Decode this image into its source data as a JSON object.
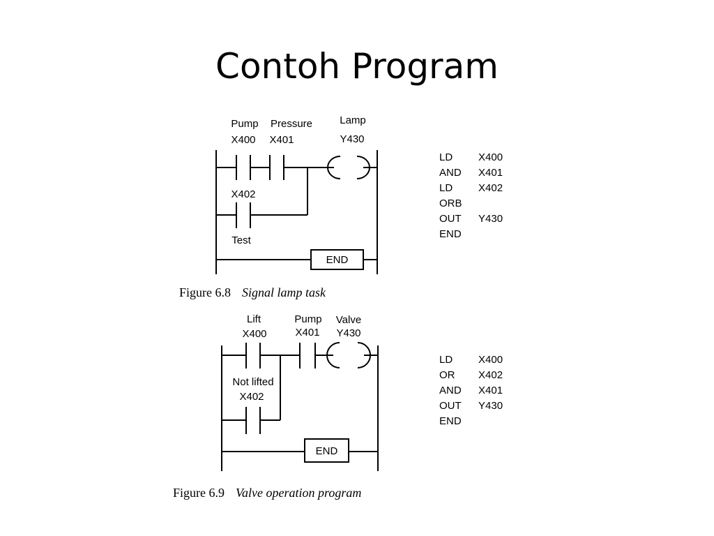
{
  "slide": {
    "title": "Contoh Program"
  },
  "figure1": {
    "caption_number": "Figure 6.8",
    "caption_title": "Signal lamp task",
    "contacts": [
      {
        "name": "Pump",
        "address": "X400"
      },
      {
        "name": "Pressure",
        "address": "X401"
      },
      {
        "name": "Test",
        "address": "X402"
      }
    ],
    "output": {
      "name": "Lamp",
      "address": "Y430"
    },
    "end_label": "END",
    "program": [
      {
        "op": "LD",
        "arg": "X400"
      },
      {
        "op": "AND",
        "arg": "X401"
      },
      {
        "op": "LD",
        "arg": "X402"
      },
      {
        "op": "ORB",
        "arg": ""
      },
      {
        "op": "OUT",
        "arg": "Y430"
      },
      {
        "op": "END",
        "arg": ""
      }
    ]
  },
  "figure2": {
    "caption_number": "Figure 6.9",
    "caption_title": "Valve operation program",
    "contacts": [
      {
        "name": "Lift",
        "address": "X400"
      },
      {
        "name": "Pump",
        "address": "X401"
      },
      {
        "name": "Not lifted",
        "address": "X402"
      }
    ],
    "output": {
      "name": "Valve",
      "address": "Y430"
    },
    "end_label": "END",
    "program": [
      {
        "op": "LD",
        "arg": "X400"
      },
      {
        "op": "OR",
        "arg": "X402"
      },
      {
        "op": "AND",
        "arg": "X401"
      },
      {
        "op": "OUT",
        "arg": "Y430"
      },
      {
        "op": "END",
        "arg": ""
      }
    ]
  }
}
